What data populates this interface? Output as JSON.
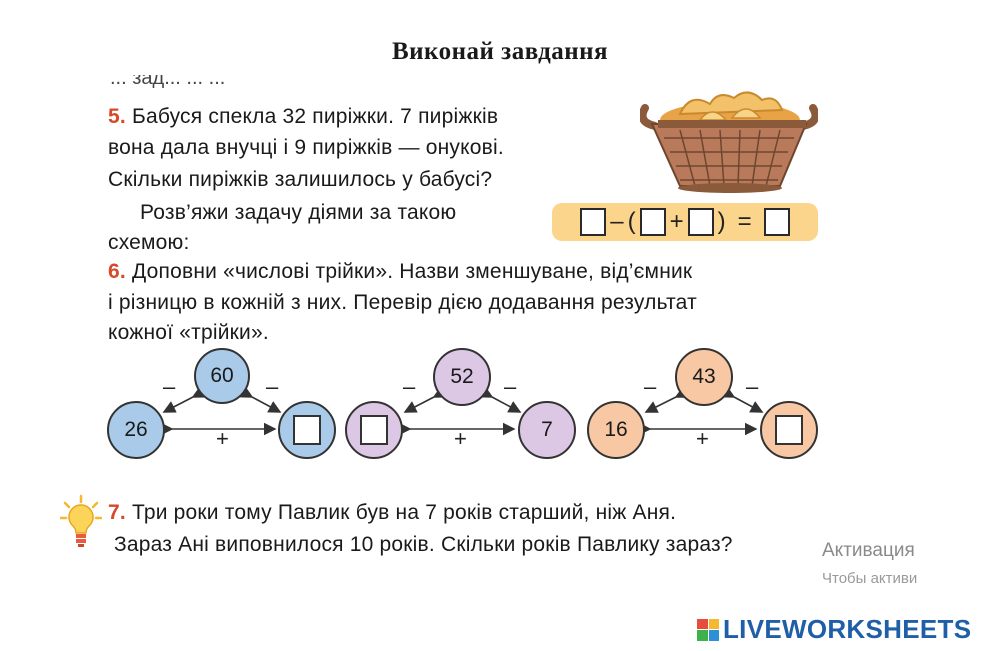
{
  "title": "Виконай завдання",
  "cut_text": "... зад... ... ...",
  "task5": {
    "number": "5.",
    "line1": "Бабуся спекла 32 пиріжки. 7 пиріжків",
    "line2": "вона дала внучці і 9 пиріжків — онукові.",
    "line3": "Скільки пиріжків залишилось у бабусі?",
    "line4": "Розв’яжи задачу діями за такою",
    "line5": "схемою:",
    "scheme_minus": "–",
    "scheme_open": "(",
    "scheme_plus": "+",
    "scheme_close": ")",
    "scheme_eq": "="
  },
  "task6": {
    "number": "6.",
    "line1": "Доповни «числові трійки». Назви зменшуване, від’ємник",
    "line2": "і різницю в кожній з них. Перевір дією додавання результат",
    "line3": "кожної «трійки»."
  },
  "triples": [
    {
      "top": "60",
      "left": "26",
      "right": "",
      "color": "#a9cbe9"
    },
    {
      "top": "52",
      "left": "",
      "right": "7",
      "color": "#dcc8e4"
    },
    {
      "top": "43",
      "left": "16",
      "right": "",
      "color": "#f8c8a4"
    }
  ],
  "ops": {
    "minus": "–",
    "plus": "+"
  },
  "task7": {
    "number": "7.",
    "line1": "Три роки тому Павлик був на 7 років старший, ніж Аня.",
    "line2": "Зараз Ані виповнилося 10 років. Скільки років Павлику зараз?"
  },
  "watermark": {
    "line1": "Активация Windows",
    "line2": "Чтобы активировать Windows"
  },
  "logo": {
    "text": "LIVEWORKSHEETS",
    "colors": [
      "#e84c3d",
      "#f5b82e",
      "#3fb14b",
      "#2d8fd5"
    ]
  }
}
